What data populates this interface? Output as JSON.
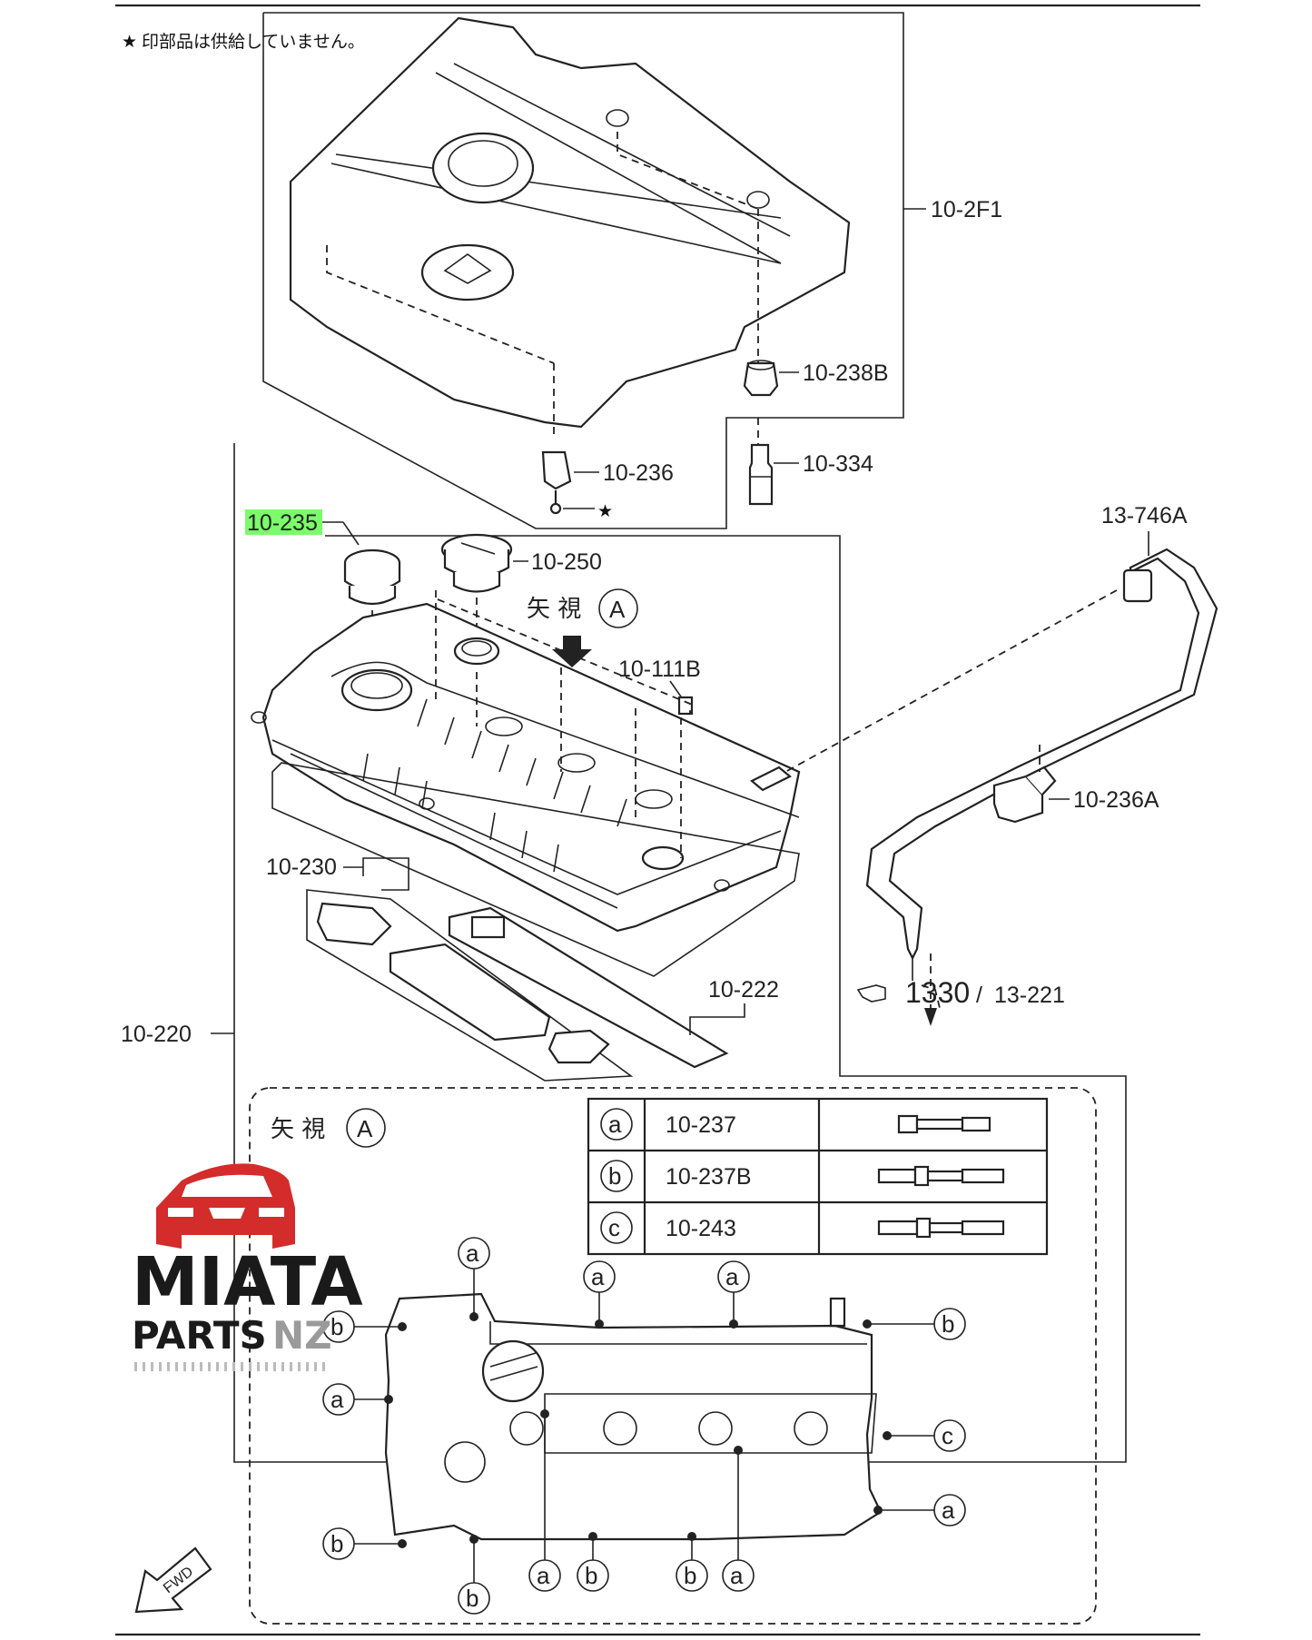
{
  "note": {
    "star": "★",
    "text": "印部品は供給していません。"
  },
  "view_label": {
    "chars": "矢 視",
    "letter": "A"
  },
  "parts": {
    "p_2f1": "10-2F1",
    "p_238b": "10-238B",
    "p_334": "10-334",
    "p_236": "10-236",
    "p_235": "10-235",
    "p_250": "10-250",
    "p_111b": "10-111B",
    "p_746a": "13-746A",
    "p_236a": "10-236A",
    "p_230": "10-230",
    "p_222": "10-222",
    "p_220": "10-220",
    "ref_main": "1330",
    "ref_sep": "/",
    "ref_sub": "13-221",
    "star_mark": "★",
    "fwd": "FWD"
  },
  "highlight_color": "#7CFC6A",
  "bolt_table": [
    {
      "key": "a",
      "part": "10-237"
    },
    {
      "key": "b",
      "part": "10-237B"
    },
    {
      "key": "c",
      "part": "10-243"
    }
  ],
  "callouts": {
    "a": "a",
    "b": "b",
    "c": "c"
  },
  "logo": {
    "line1": "MIATA",
    "line2a": "PARTS",
    "line2b": "NZ",
    "car_color": "#D42B2B"
  }
}
